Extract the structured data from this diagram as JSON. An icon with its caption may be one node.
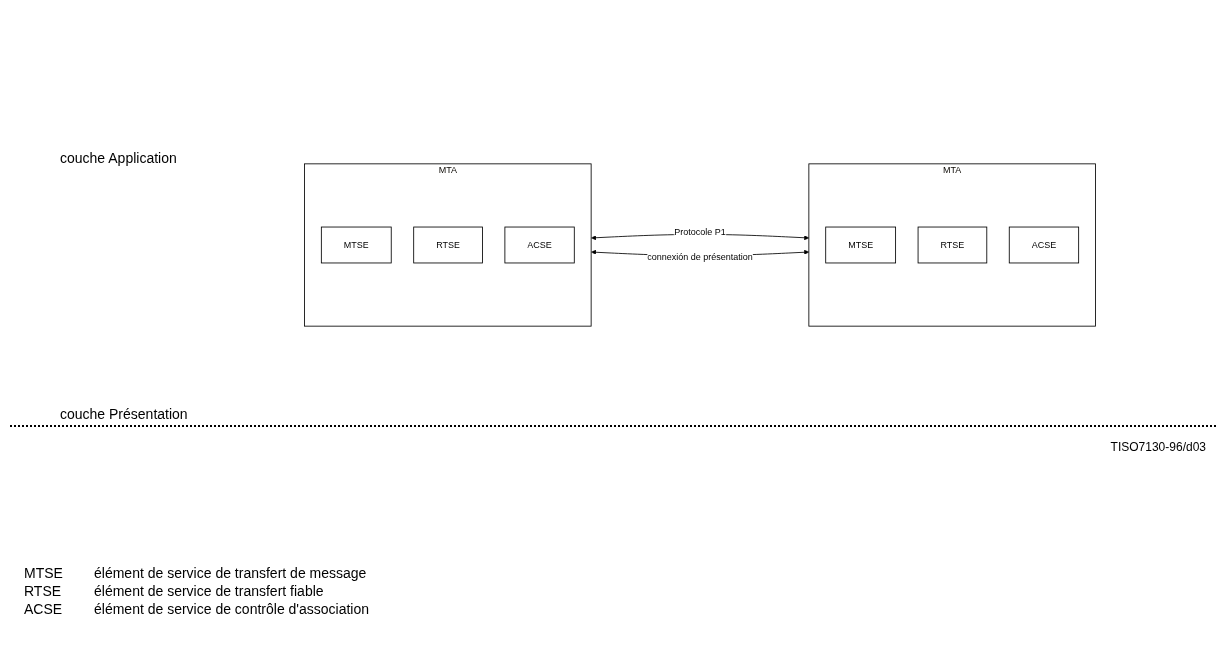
{
  "diagram": {
    "nodes": [
      {
        "text": [
          "MTA"
        ]
      },
      {
        "text": [
          "MTSE"
        ],
        "in": 0
      },
      {
        "text": [
          "RTSE"
        ],
        "in": 0
      },
      {
        "text": [
          "ACSE"
        ],
        "in": 0
      },
      {
        "text": [
          "MTA"
        ]
      },
      {
        "text": [
          "MTSE"
        ],
        "in": 4
      },
      {
        "text": [
          "RTSE"
        ],
        "in": 4
      },
      {
        "text": [
          "ACSE"
        ],
        "in": 4
      }
    ],
    "edges": [
      {
        "from": 0,
        "to": 4,
        "arrow": "both",
        "label": "Protocole P1"
      },
      {
        "from": 0,
        "to": 4,
        "arrow": "both",
        "label": "connexión de présentation"
      }
    ],
    "labels": [
      "couche Application",
      "couche Présentation",
      "TISO7130-96/d03",
      "MTSE",
      "élément de service de transfert de message",
      "RTSE",
      "élément de service de transfert fiable",
      "ACSE",
      "élément de service de contrôle d'association"
    ]
  }
}
